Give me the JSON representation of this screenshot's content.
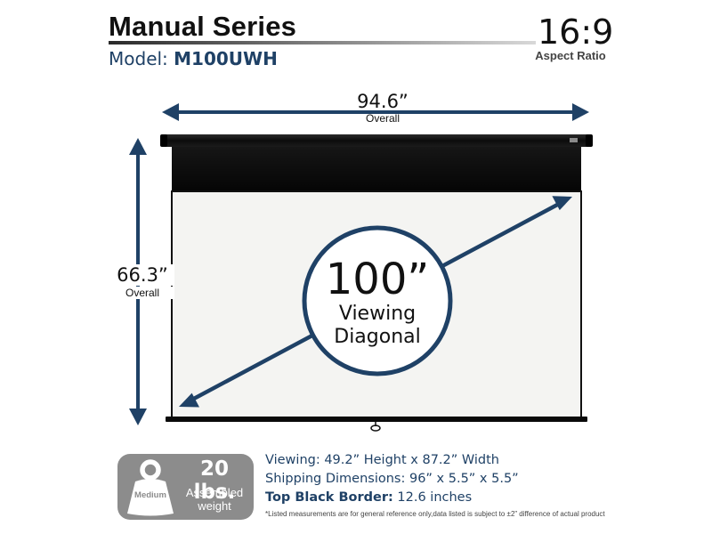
{
  "header": {
    "series_title": "Manual Series",
    "model_label": "Model:",
    "model_value": "M100UWH",
    "aspect_ratio_value": "16:9",
    "aspect_ratio_label": "Aspect Ratio"
  },
  "dimensions": {
    "width_value": "94.6”",
    "width_label": "Overall",
    "height_value": "66.3”",
    "height_label": "Overall",
    "diagonal_value": "100”",
    "diagonal_label_line1": "Viewing",
    "diagonal_label_line2": "Diagonal"
  },
  "weight": {
    "level": "Medium",
    "value": "20 lbs.",
    "label_line1": "Assembled",
    "label_line2": "weight"
  },
  "specs": {
    "viewing": "Viewing: 49.2” Height x 87.2” Width",
    "shipping": "Shipping Dimensions: 96” x 5.5” x 5.5”",
    "border_label": "Top Black Border:",
    "border_value": "12.6 inches",
    "disclaimer": "*Listed measurements are for general reference only,data listed is subject to ±2” difference of actual product"
  },
  "colors": {
    "arrow_navy": "#1f4166",
    "screen_case": "#111111",
    "screen_surface": "#f4f4f2",
    "badge_gray": "#8c8c8c"
  }
}
